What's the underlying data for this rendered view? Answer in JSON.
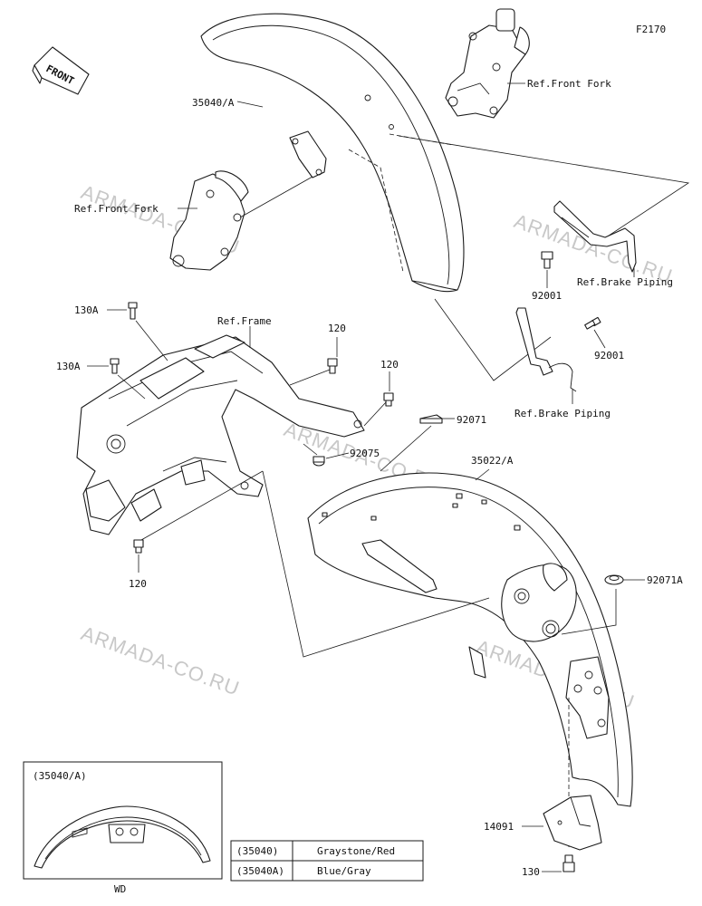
{
  "figure_code": "F2170",
  "front_badge": "FRONT",
  "watermark": "ARMADA-CO.RU",
  "labels": {
    "front_fender": "35040/A",
    "rear_fender": "35022/A",
    "ref_front_fork_top": "Ref.Front Fork",
    "ref_front_fork_left": "Ref.Front Fork",
    "ref_brake_piping_top": "Ref.Brake Piping",
    "ref_brake_piping_bottom": "Ref.Brake Piping",
    "ref_frame": "Ref.Frame",
    "clamp_92001_a": "92001",
    "clamp_92001_b": "92001",
    "bolt_130a_a": "130A",
    "bolt_130a_b": "130A",
    "bolt_120_a": "120",
    "bolt_120_b": "120",
    "bolt_120_c": "120",
    "grommet_92071": "92071",
    "grommet_92071a": "92071A",
    "nut_92075": "92075",
    "cover_14091": "14091",
    "bolt_130": "130"
  },
  "inset": {
    "title": "(35040/A)",
    "caption": "WD"
  },
  "color_table": [
    {
      "code": "(35040)",
      "color": "Graystone/Red"
    },
    {
      "code": "(35040A)",
      "color": "Blue/Gray"
    }
  ]
}
